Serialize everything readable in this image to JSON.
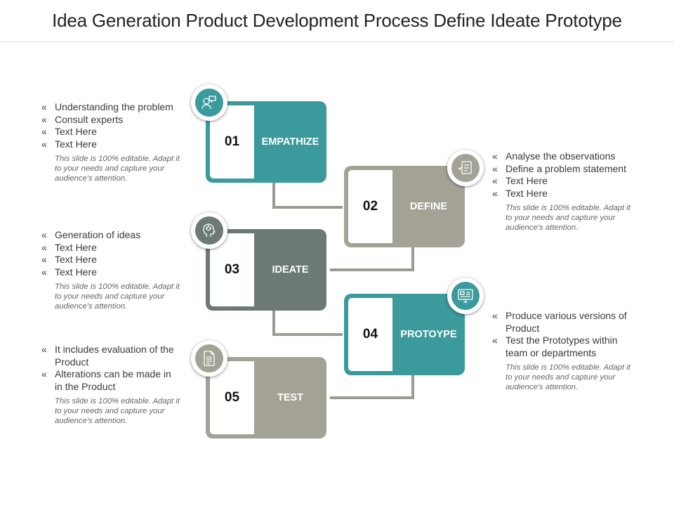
{
  "title": "Idea Generation Product Development Process Define Ideate Prototype",
  "colors": {
    "teal": "#3b9a9c",
    "taupe": "#a3a295",
    "slate": "#6b7a73",
    "connector": "#999c93"
  },
  "steps": [
    {
      "number": "01",
      "label": "EMPATHIZE",
      "icon": "people-chat-icon",
      "bullets": [
        "Understanding the problem",
        "Consult experts",
        "Text Here",
        "Text Here"
      ],
      "note": "This slide is 100% editable. Adapt it to your needs and capture your audience's attention."
    },
    {
      "number": "02",
      "label": "DEFINE",
      "icon": "checklist-icon",
      "bullets": [
        "Analyse the observations",
        "Define a problem statement",
        "Text Here",
        "Text Here"
      ],
      "note": "This slide is 100% editable. Adapt it to your needs and capture your audience's attention."
    },
    {
      "number": "03",
      "label": "IDEATE",
      "icon": "head-idea-icon",
      "bullets": [
        "Generation of ideas",
        "Text Here",
        "Text Here",
        "Text Here"
      ],
      "note": "This slide is 100% editable. Adapt it to your needs and capture your audience's attention."
    },
    {
      "number": "04",
      "label": "PROTOYPE",
      "icon": "monitor-prototype-icon",
      "bullets": [
        "Produce various versions of Product",
        "Test the Prototypes within team or departments"
      ],
      "note": "This slide is 100% editable. Adapt it to your needs and capture your audience's attention."
    },
    {
      "number": "05",
      "label": "TEST",
      "icon": "document-list-icon",
      "bullets": [
        "It includes evaluation of the Product",
        "Alterations can be made in in the Product"
      ],
      "note": "This slide is 100% editable. Adapt it to your needs and capture your audience's attention."
    }
  ]
}
